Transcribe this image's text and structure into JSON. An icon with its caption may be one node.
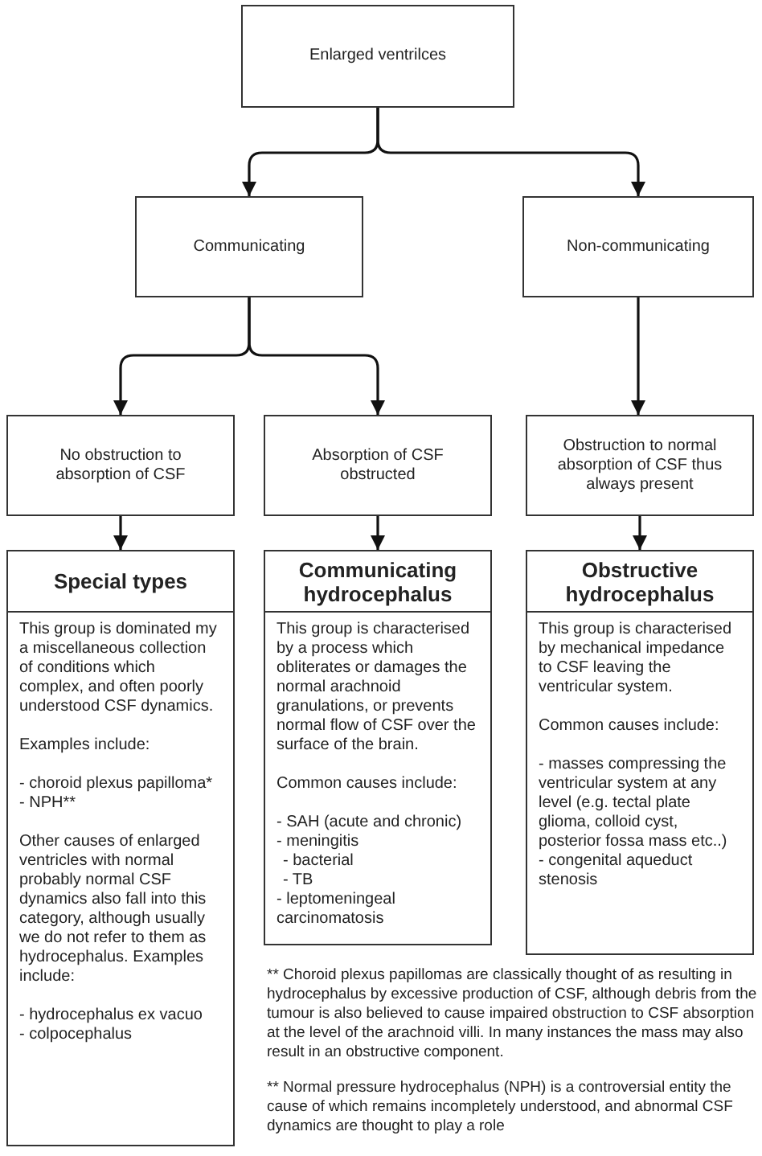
{
  "diagram": {
    "nodes": [
      {
        "text": [
          "Enlarged ventrilces"
        ]
      },
      {
        "text": [
          "Communicating"
        ]
      },
      {
        "text": [
          "Non-communicating"
        ]
      },
      {
        "text": [
          "No obstruction to absorption of CSF"
        ]
      },
      {
        "text": [
          "Absorption of CSF obstructed"
        ]
      },
      {
        "text": [
          "Obstruction to normal absorption of CSF thus always present"
        ]
      },
      {
        "text": [
          "Special types",
          "This group is dominated my a miscellaneous collection of conditions which complex, and often poorly understood CSF dynamics.",
          "Examples include:",
          "- choroid plexus papilloma*",
          "- NPH**",
          "Other causes of enlarged ventricles with normal probably normal CSF dynamics also fall into this category, although usually we do not refer to them as hydrocephalus. Examples include:",
          "- hydrocephalus ex vacuo",
          "- colpocephalus"
        ]
      },
      {
        "text": [
          "Communicating hydrocephalus",
          "This group is characterised by a process which obliterates or damages the normal arachnoid granulations, or prevents normal flow of CSF over the surface of the brain.",
          "Common causes include:",
          "- SAH (acute and chronic)",
          "- meningitis",
          "- bacterial",
          "- TB",
          "- leptomeningeal carcinomatosis"
        ]
      },
      {
        "text": [
          "Obstructive hydrocephalus",
          "This group is characterised by mechanical impedance to CSF leaving the ventricular system.",
          "Common causes include:",
          "- masses compressing the ventricular system at any level (e.g. tectal plate glioma, colloid cyst, posterior fossa mass etc..)",
          "- congenital aqueduct stenosis"
        ]
      }
    ],
    "edges": [
      {
        "from": 0,
        "to": 1,
        "arrow": "to"
      },
      {
        "from": 0,
        "to": 2,
        "arrow": "to"
      },
      {
        "from": 1,
        "to": 3,
        "arrow": "to"
      },
      {
        "from": 1,
        "to": 4,
        "arrow": "to"
      },
      {
        "from": 2,
        "to": 5,
        "arrow": "to"
      },
      {
        "from": 3,
        "to": 6,
        "arrow": "to"
      },
      {
        "from": 4,
        "to": 7,
        "arrow": "to"
      },
      {
        "from": 5,
        "to": 8,
        "arrow": "to"
      }
    ],
    "labels": [
      "** Choroid plexus papillomas are classically thought of as resulting in hydrocephalus by excessive production of CSF, although debris from the tumour is also believed to cause impaired obstruction to CSF absorption at the level of the arachnoid villi. In many instances the mass may also result in an obstructive component.",
      "** Normal pressure hydrocephalus (NPH) is a controversial entity the cause of which remains incompletely understood, and abnormal CSF dynamics are thought to play a role"
    ]
  }
}
